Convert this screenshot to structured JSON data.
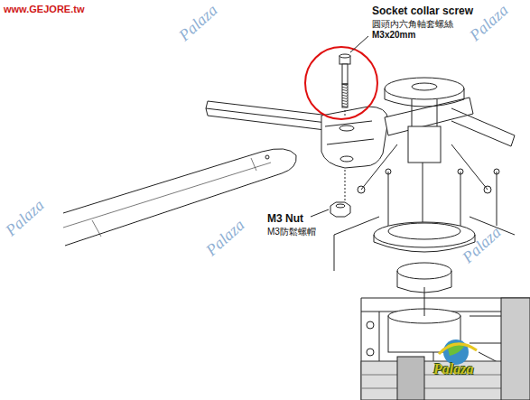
{
  "diagram": {
    "labels": [
      "www.GEJORE.tw",
      "Palaza",
      "Palaza",
      "Socket collar screw",
      "圓頭內六角軸套螺絲",
      "M3x20mm",
      "M3 Nut",
      "M3防鬆螺帽",
      "Palaza",
      "Palaza",
      "Palaza",
      "Palaza"
    ]
  }
}
